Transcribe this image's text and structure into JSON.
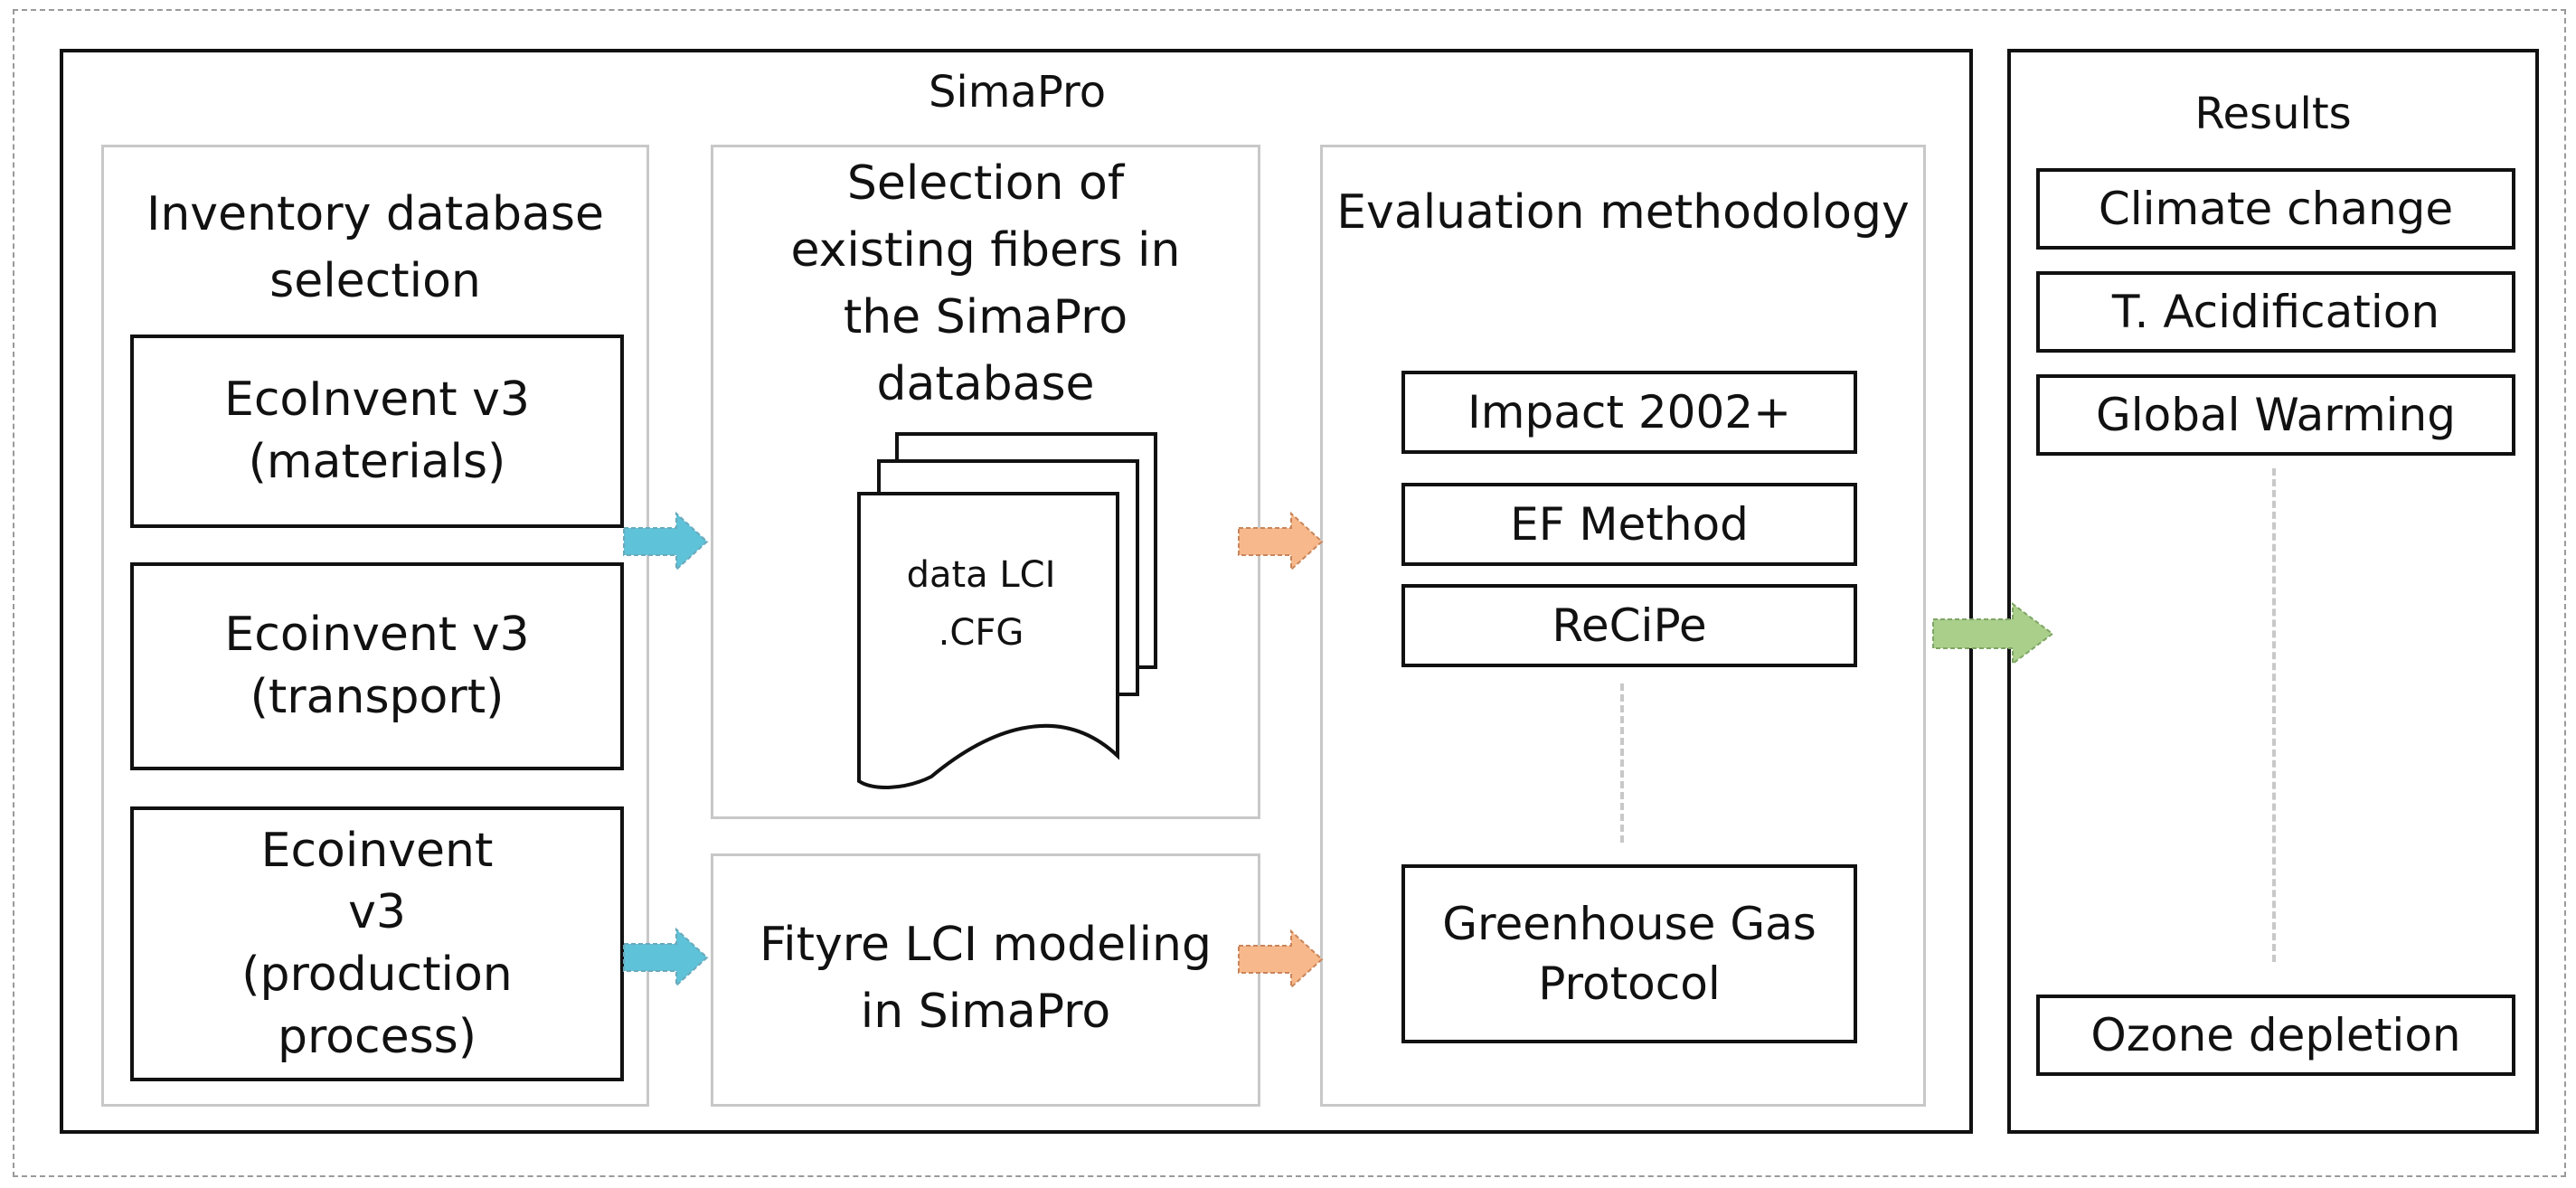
{
  "simapro": {
    "title": "SimaPro",
    "inventory": {
      "heading": "Inventory database selection",
      "items": [
        "EcoInvent v3 (materials)",
        "Ecoinvent v3 (transport)",
        "Ecoinvent v3 (production process)"
      ]
    },
    "existing_fibers": {
      "heading": "Selection of existing fibers in the SimaPro database",
      "document_label_line1": "data LCI",
      "document_label_line2": ".CFG"
    },
    "fityre": {
      "heading": "Fityre LCI modeling in SimaPro"
    },
    "evaluation": {
      "heading": "Evaluation methodology",
      "methods": [
        "Impact 2002+",
        "EF Method",
        "ReCiPe",
        "Greenhouse Gas Protocol"
      ]
    }
  },
  "results": {
    "title": "Results",
    "items": [
      "Climate change",
      "T. Acidification",
      "Global Warming",
      "Ozone depletion"
    ]
  },
  "colors": {
    "arrow_blue": "#5ec2d9",
    "arrow_orange": "#f7b98b",
    "arrow_green": "#a9cf8a",
    "panel_border": "#c8c8c8",
    "box_border": "#111111"
  }
}
